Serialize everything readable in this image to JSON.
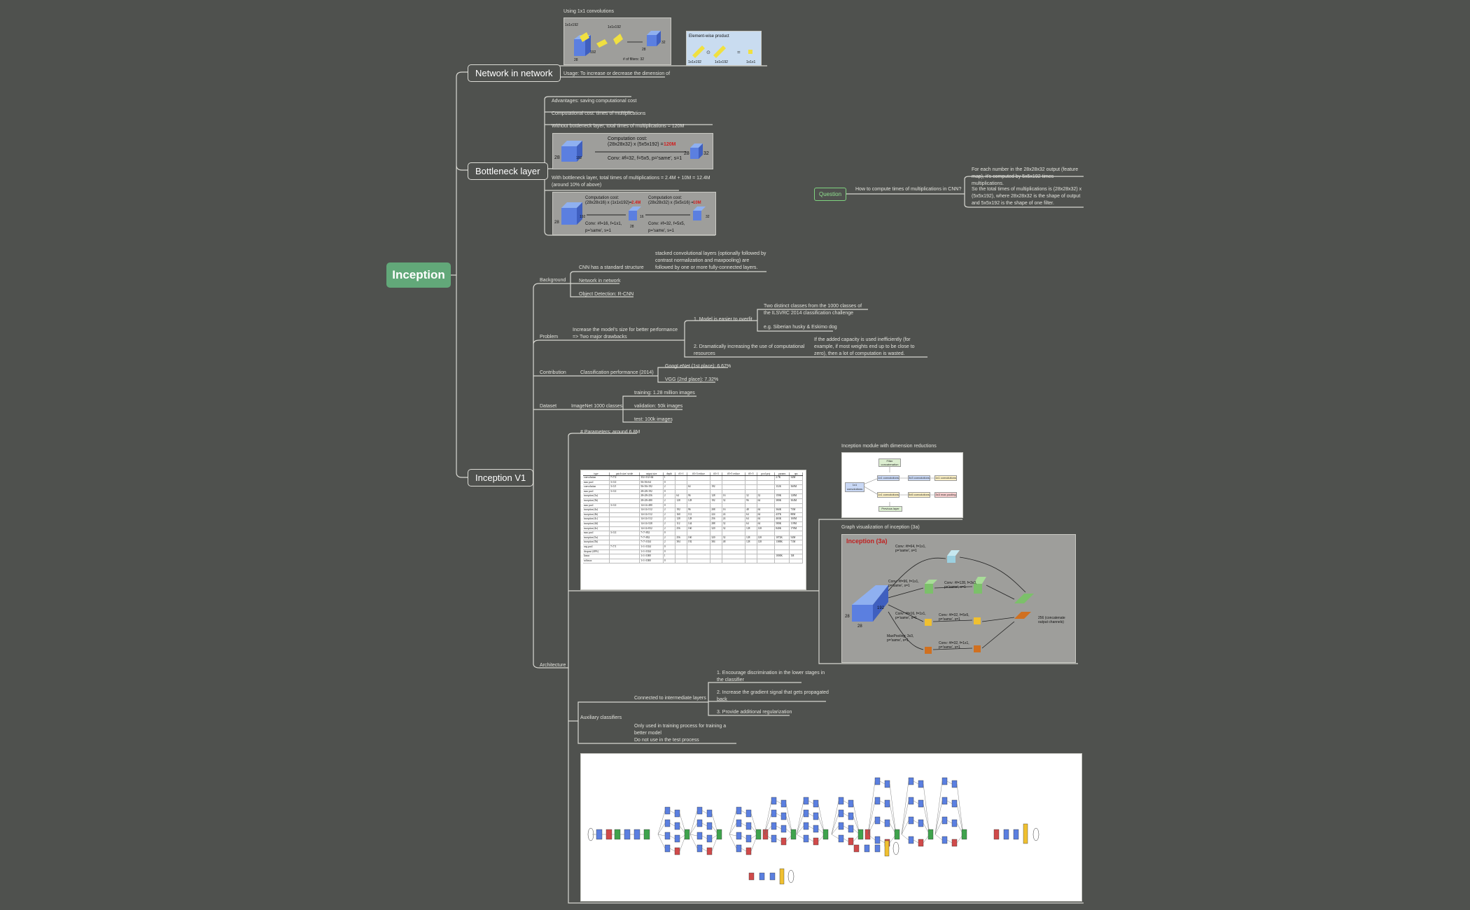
{
  "root": {
    "label": "Inception"
  },
  "nin": {
    "label": "Network in network",
    "using_1x1": "Using 1x1 convolutions",
    "usage": "Usage: To increase or decrease the dimension of",
    "fig1": {
      "l1": "1x1x192",
      "l2": "1x1x192",
      "l3": "# of filters: 32",
      "l4": "28",
      "l5": "192",
      "l6": "28",
      "l7": "32"
    },
    "fig2": {
      "title": "Element-wise product",
      "l1": "1x1x192",
      "l2": "1x1x192",
      "l3": "1x1x1"
    }
  },
  "bottleneck": {
    "label": "Bottleneck layer",
    "advantages": "Advantages: saving computational cost",
    "comp_cost": "Computational cost: times of multiplications",
    "without": "Without bottleneck layer, total times of multiplications = 120M",
    "with": "With bottleneck layer, total times of multiplications = 2.4M + 10M = 12.4M (around 10% of above)",
    "fig_a": {
      "cost": "Computation cost:",
      "eq": "(28x28x32) x (5x5x192) =",
      "red": "120M",
      "conv": "Conv: #f=32, f=5x5, p='same', s=1",
      "d1": "28",
      "d2": "192",
      "d3": "28",
      "d4": "32"
    },
    "fig_b": {
      "cost1": "Computation cost:",
      "eq1": "(28x28x16) x (1x1x192)=",
      "red1": "2.4M",
      "cost2": "Computation cost:",
      "eq2": "(28x28x32) x (5x5x16) =",
      "red2": "10M",
      "conv1": "Conv: #f=16, f=1x1, p='same', s=1",
      "conv2": "Conv: #f=32, f=5x5, p='same', s=1",
      "d1": "28",
      "d2": "192",
      "d3": "16",
      "d4": "28",
      "d5": "32"
    }
  },
  "question": {
    "label": "Question",
    "q": "How to compute times of multiplications in CNN?",
    "a1": "For each number in the 28x28x32 output (feature map), it's computed by 5x5x192 times multiplications.",
    "a2": "So the total times of multiplications is (28x28x32) x (5x5x192), where 28x28x32 is the shape of output and 5x5x192 is the shape of one filter."
  },
  "v1": {
    "label": "Inception V1",
    "background": {
      "label": "Background",
      "c1": "CNN has a standard structure",
      "c1a": "stacked convolutional layers (optionally followed by contrast normalization and maxpooling) are followed by one or more fully-connected layers.",
      "c2": "Network in network",
      "c3": "Object Detection: R-CNN"
    },
    "problem": {
      "label": "Problem",
      "main": "Increase the model's size for better performance => Two major drawbacks",
      "p1": "1. Model is easier to overfit",
      "p1a": "Two distinct classes from the 1000 classes of the ILSVRC 2014 classification challenge",
      "p1b": "e.g. Siberian husky & Eskimo dog",
      "p2": "2. Dramatically increasing the use of computational resources",
      "p2a": "If the added capacity is used inefficiently (for example, if most weights end up to be close to zero), then a lot of computation is wasted."
    },
    "contribution": {
      "label": "Contribution",
      "main": "Classification performance (2014)",
      "c1": "GoogLeNet (1st place): 6.67%",
      "c2": "VGG (2nd place): 7.32%"
    },
    "dataset": {
      "label": "Dataset",
      "main": "ImageNet 1000 classes",
      "d1": "training: 1.28 million images",
      "d2": "validation: 50k images",
      "d3": "test: 100k images"
    },
    "architecture": {
      "label": "Architecture",
      "params": "# Parameters: around 6.8M",
      "module_caption": "Inception module with dimension reductions",
      "module": {
        "prev": "Previous layer",
        "conv1": "1x1 convolutions",
        "conv3": "3x3 convolutions",
        "conv5": "5x5 convolutions",
        "pool": "3x3 max pooling",
        "filt": "Filter concatenation"
      },
      "graph_caption": "Graph visualization of inception (3a)",
      "graph": {
        "title": "Inception (3a)",
        "a": "Conv: #f=64, f=1x1, p='same', s=1",
        "b": "Conv: #f=96, f=1x1, p='same', s=1",
        "c": "Conv: #f=128, f=3x3, p='same', s=1",
        "d": "Conv: #f=16, f=1x1, p='same', s=1",
        "e": "Conv: #f=32, f=5x5, p='same', s=1",
        "f": "MaxPooling: 3x3, p='same', s=1",
        "g": "Conv: #f=32, f=1x1, p='same', s=1",
        "h": "256 (concatenate output channels)",
        "in1": "28",
        "in2": "28",
        "in3": "192"
      },
      "aux": {
        "label": "Auxiliary classifiers",
        "connected": "Connected to intermediate layers",
        "r1": "1. Encourage discrimination in the lower stages in the classifier",
        "r2": "2. Increase the gradient signal that gets propagated back",
        "r3": "3. Provide additional regularization",
        "only": "Only used in training process for training a better model",
        "notest": "Do not use in the test process"
      }
    }
  },
  "table": {
    "headers": [
      "type",
      "patch size/ stride",
      "output size",
      "depth",
      "#1×1",
      "#3×3 reduce",
      "#3×3",
      "#5×5 reduce",
      "#5×5",
      "pool proj",
      "params",
      "ops"
    ],
    "rows": [
      [
        "convolution",
        "7×7/2",
        "112×112×64",
        "1",
        "",
        "",
        "",
        "",
        "",
        "",
        "2.7K",
        "34M"
      ],
      [
        "max pool",
        "3×3/2",
        "56×56×64",
        "0",
        "",
        "",
        "",
        "",
        "",
        "",
        "",
        ""
      ],
      [
        "convolution",
        "3×3/1",
        "56×56×192",
        "2",
        "",
        "64",
        "192",
        "",
        "",
        "",
        "112K",
        "360M"
      ],
      [
        "max pool",
        "3×3/2",
        "28×28×192",
        "0",
        "",
        "",
        "",
        "",
        "",
        "",
        "",
        ""
      ],
      [
        "inception (3a)",
        "",
        "28×28×256",
        "2",
        "64",
        "96",
        "128",
        "16",
        "32",
        "32",
        "159K",
        "128M"
      ],
      [
        "inception (3b)",
        "",
        "28×28×480",
        "2",
        "128",
        "128",
        "192",
        "32",
        "96",
        "64",
        "380K",
        "304M"
      ],
      [
        "max pool",
        "3×3/2",
        "14×14×480",
        "0",
        "",
        "",
        "",
        "",
        "",
        "",
        "",
        ""
      ],
      [
        "inception (4a)",
        "",
        "14×14×512",
        "2",
        "192",
        "96",
        "208",
        "16",
        "48",
        "64",
        "364K",
        "73M"
      ],
      [
        "inception (4b)",
        "",
        "14×14×512",
        "2",
        "160",
        "112",
        "224",
        "24",
        "64",
        "64",
        "437K",
        "88M"
      ],
      [
        "inception (4c)",
        "",
        "14×14×512",
        "2",
        "128",
        "128",
        "256",
        "24",
        "64",
        "64",
        "463K",
        "100M"
      ],
      [
        "inception (4d)",
        "",
        "14×14×528",
        "2",
        "112",
        "144",
        "288",
        "32",
        "64",
        "64",
        "580K",
        "119M"
      ],
      [
        "inception (4e)",
        "",
        "14×14×832",
        "2",
        "256",
        "160",
        "320",
        "32",
        "128",
        "128",
        "840K",
        "170M"
      ],
      [
        "max pool",
        "3×3/2",
        "7×7×832",
        "0",
        "",
        "",
        "",
        "",
        "",
        "",
        "",
        ""
      ],
      [
        "inception (5a)",
        "",
        "7×7×832",
        "2",
        "256",
        "160",
        "320",
        "32",
        "128",
        "128",
        "1072K",
        "54M"
      ],
      [
        "inception (5b)",
        "",
        "7×7×1024",
        "2",
        "384",
        "192",
        "384",
        "48",
        "128",
        "128",
        "1388K",
        "71M"
      ],
      [
        "avg pool",
        "7×7/1",
        "1×1×1024",
        "0",
        "",
        "",
        "",
        "",
        "",
        "",
        "",
        ""
      ],
      [
        "dropout (40%)",
        "",
        "1×1×1024",
        "0",
        "",
        "",
        "",
        "",
        "",
        "",
        "",
        ""
      ],
      [
        "linear",
        "",
        "1×1×1000",
        "1",
        "",
        "",
        "",
        "",
        "",
        "",
        "1000K",
        "1M"
      ],
      [
        "softmax",
        "",
        "1×1×1000",
        "0",
        "",
        "",
        "",
        "",
        "",
        "",
        "",
        ""
      ]
    ]
  },
  "colors": {
    "background": "#4f514e",
    "root": "#62a879",
    "edge": "#d8d8d2",
    "question": "#7fd37f",
    "conv": "#5b7fe0",
    "concat": "#3fa34d",
    "pool": "#d04a4a",
    "softmax": "#f0c030"
  }
}
